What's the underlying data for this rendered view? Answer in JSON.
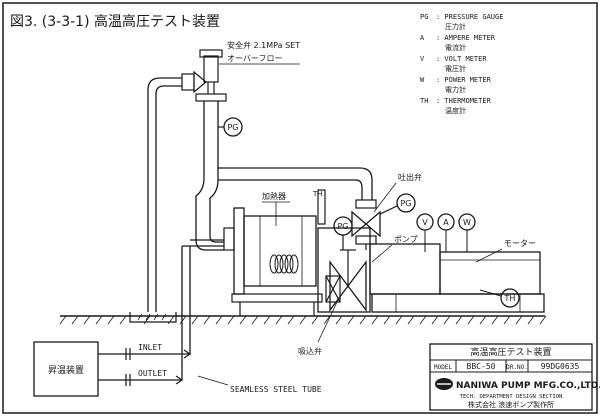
{
  "title": "図3. (3-3-1) 高温高圧テスト装置",
  "legend": [
    {
      "code": "PG",
      "en": ": PRESSURE GAUGE",
      "ja": "圧力計"
    },
    {
      "code": "A",
      "en": ": AMPERE METER",
      "ja": "電流計"
    },
    {
      "code": "V",
      "en": ": VOLT METER",
      "ja": "電圧計"
    },
    {
      "code": "W",
      "en": ": POWER METER",
      "ja": "電力計"
    },
    {
      "code": "TH",
      "en": ": THERMOMETER",
      "ja": "温度計"
    }
  ],
  "labels": {
    "safety_valve": "安全弁 2.1MPa SET",
    "overflow": "オーバーフロー",
    "pg": "PG",
    "heater": "加熱器",
    "th": "TH",
    "discharge_valve": "吐出弁",
    "pump": "ポンプ",
    "v": "V",
    "a": "A",
    "w": "W",
    "motor": "モーター",
    "suction_valve": "吸込弁",
    "heating_unit": "昇温装置",
    "inlet": "INLET",
    "outlet": "OUTLET",
    "tube": "SEAMLESS STEEL TUBE"
  },
  "title_block": {
    "title": "高温高圧テスト装置",
    "model_label": "MODEL",
    "model": "BBC-50",
    "dr_label": "DR.NO.",
    "dr_no": "99DG0635",
    "company": "NANIWA PUMP MFG.CO.,LTD.",
    "dept": "TECH. DEPARTMENT DESIGN SECTION",
    "company_ja": "株式会社 浪速ポンプ製作所"
  }
}
